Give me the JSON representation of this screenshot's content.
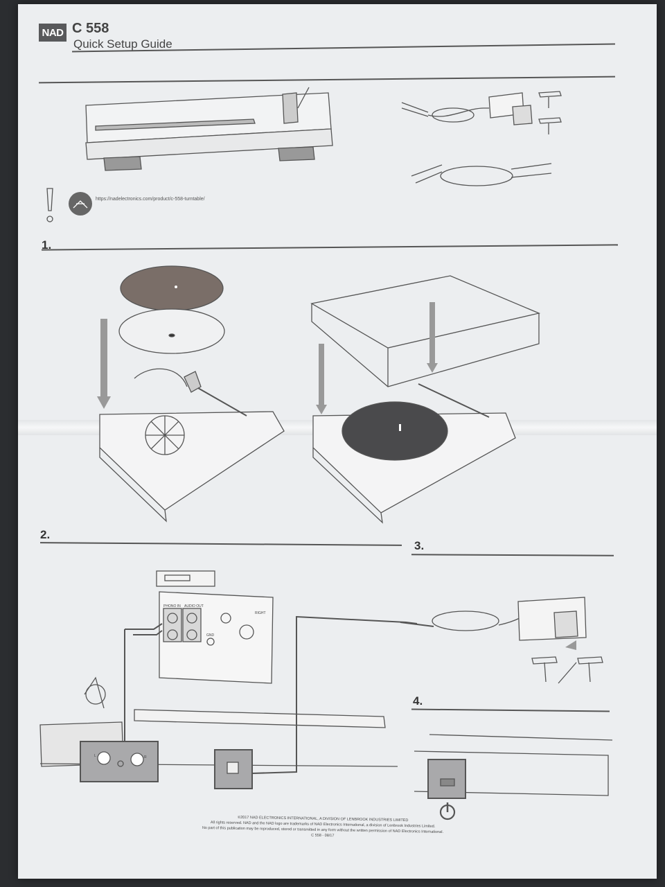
{
  "header": {
    "brand": "NAD",
    "model": "C 558",
    "subtitle": "Quick Setup Guide"
  },
  "intro": {
    "url": "https://nadelectronics.com/product/c-558-turntable/",
    "icons": [
      "exclamation-icon",
      "online-manual-icon"
    ]
  },
  "steps": {
    "step1": "1.",
    "step2": "2.",
    "step3": "3.",
    "step4": "4."
  },
  "panel": {
    "phono_label": "PHONO IN",
    "audio_out_label": "AUDIO OUT",
    "right_label": "RIGHT",
    "gnd_label": "GND",
    "l_label": "L",
    "r_label": "R"
  },
  "footer": {
    "line1": "©2017 NAD ELECTRONICS INTERNATIONAL, A DIVISION OF LENBROOK INDUSTRIES LIMITED",
    "line2": "All rights reserved. NAD and the NAD logo are trademarks of NAD Electronics International, a division of Lenbrook Industries Limited.",
    "line3": "No part of this publication may be reproduced, stored or transmitted in any form without the written permission of NAD Electronics International.",
    "line4": "C 558 - 08/17"
  },
  "colors": {
    "paper": "#eceef0",
    "ink": "#555555",
    "platter_dark": "#4a4a4c",
    "mat_brown": "#7a6e68",
    "box_fill": "#a9a9ab"
  }
}
